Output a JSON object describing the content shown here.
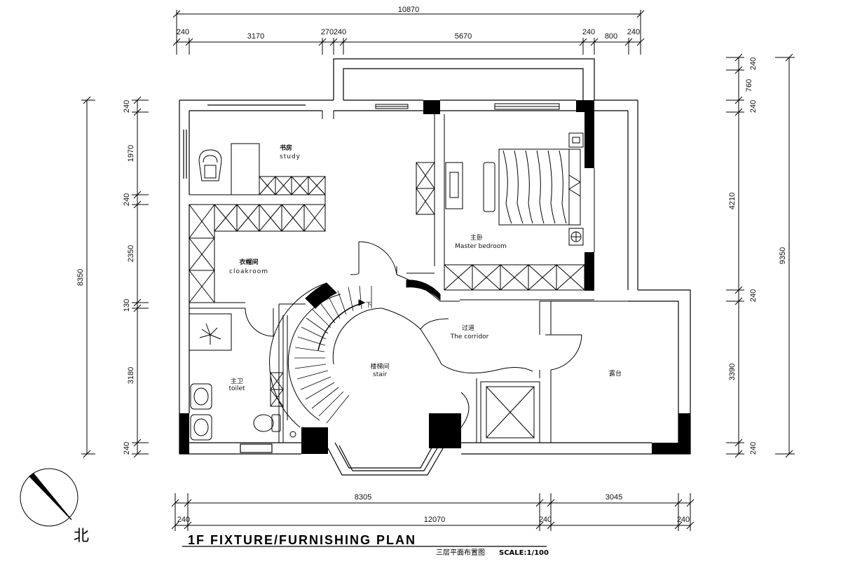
{
  "plan": {
    "title": "1F FIXTURE/FURNISHING PLAN",
    "subtitle": "三层平面布置图",
    "scale": "SCALE:1/100",
    "north_label": "北"
  },
  "dimensions": {
    "top_total": "10870",
    "top_segments": [
      "240",
      "3170",
      "270",
      "240",
      "5670",
      "240",
      "800",
      "240"
    ],
    "bottom_row1": [
      "8305",
      "3045"
    ],
    "bottom_row2": [
      "240",
      "12070",
      "240",
      "240"
    ],
    "left_total": "8350",
    "left_segments": [
      "240",
      "1970",
      "240",
      "2350",
      "130",
      "3180",
      "240"
    ],
    "right_segments": [
      "240",
      "760",
      "240",
      "4210",
      "240",
      "3390",
      "240"
    ],
    "right_total": "9350"
  },
  "rooms": {
    "study_cn": "书房",
    "study_en": "study",
    "master_cn": "主卧",
    "master_en": "Master bedroom",
    "cloak_cn": "衣帽间",
    "cloak_en": "cloakroom",
    "corridor_cn": "过道",
    "corridor_en": "The corridor",
    "stair_cn": "楼梯间",
    "stair_en": "stair",
    "toilet_cn": "主卫",
    "toilet_en": "toilet",
    "terrace_cn": "露台",
    "stair_down": "下"
  }
}
